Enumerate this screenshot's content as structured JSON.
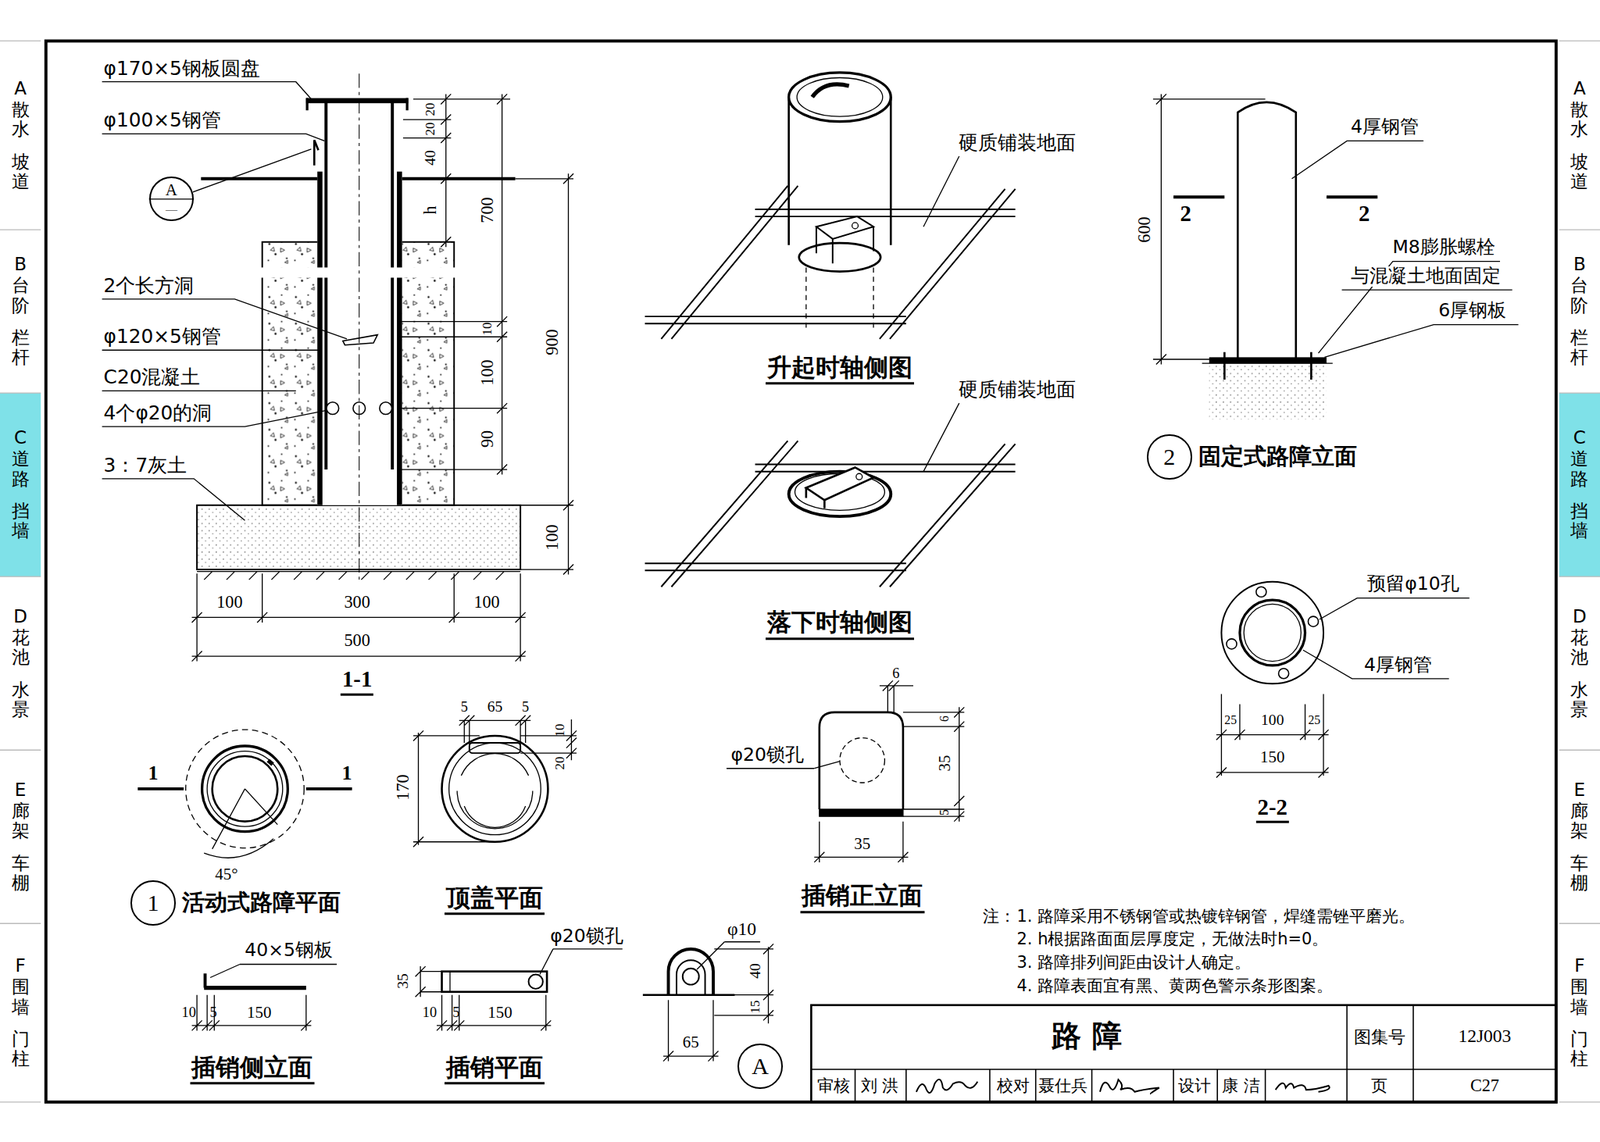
{
  "diagram": {
    "title": "路 障",
    "nodes": [
      {
        "text": [
          "A",
          "散水",
          "坡道"
        ]
      },
      {
        "text": [
          "B",
          "台阶",
          "栏杆"
        ]
      },
      {
        "text": [
          "C",
          "道路",
          "挡墙"
        ]
      },
      {
        "text": [
          "D",
          "花池",
          "水景"
        ]
      },
      {
        "text": [
          "E",
          "廊架",
          "车棚"
        ]
      },
      {
        "text": [
          "F",
          "围墙",
          "门柱"
        ]
      },
      {
        "text": [
          "A",
          "散水",
          "坡道"
        ]
      },
      {
        "text": [
          "B",
          "台阶",
          "栏杆"
        ]
      },
      {
        "text": [
          "C",
          "道路",
          "挡墙"
        ]
      },
      {
        "text": [
          "D",
          "花池",
          "水景"
        ]
      },
      {
        "text": [
          "E",
          "廊架",
          "车棚"
        ]
      },
      {
        "text": [
          "F",
          "围墙",
          "门柱"
        ]
      },
      {
        "text": [
          "A",
          "—"
        ]
      },
      {
        "text": [
          "1",
          "活动式路障平面"
        ]
      },
      {
        "text": [
          "2",
          "固定式路障立面"
        ]
      },
      {
        "text": [
          "A"
        ]
      }
    ],
    "labels": [
      "φ170×5钢板圆盘",
      "φ100×5钢管",
      "2个长方洞",
      "φ120×5钢管",
      "C20混凝土",
      "4个φ20的洞",
      "3：7灰土",
      "20",
      "20",
      "40",
      "h",
      "700",
      "10",
      "100",
      "90",
      "900",
      "100",
      "100",
      "300",
      "100",
      "500",
      "1-1",
      "1",
      "1",
      "45°",
      "5",
      "65",
      "5",
      "170",
      "20",
      "10",
      "顶盖平面",
      "40×5钢板",
      "10",
      "5",
      "150",
      "插销侧立面",
      "φ20锁孔",
      "35",
      "10",
      "5",
      "150",
      "插销平面",
      "φ10",
      "40",
      "15",
      "65",
      "硬质铺装地面",
      "升起时轴侧图",
      "硬质铺装地面",
      "落下时轴侧图",
      "6",
      "φ20锁孔",
      "6",
      "35",
      "5",
      "35",
      "插销正立面",
      "600",
      "4厚钢管",
      "2",
      "2",
      "M8膨胀螺栓",
      "与混凝土地面固定",
      "6厚钢板",
      "预留φ10孔",
      "4厚钢管",
      "25",
      "100",
      "25",
      "150",
      "2-2",
      "注：",
      "1. 路障采用不锈钢管或热镀锌钢管，焊缝需锉平磨光。",
      "2. h根据路面面层厚度定，无做法时h=0。",
      "3. 路障排列间距由设计人确定。",
      "4. 路障表面宜有黑、黄两色警示条形图案。",
      "图集号",
      "12J003",
      "审核",
      "刘 洪",
      "校对",
      "聂仕兵",
      "设计",
      "康 洁",
      "页",
      "C27"
    ]
  }
}
